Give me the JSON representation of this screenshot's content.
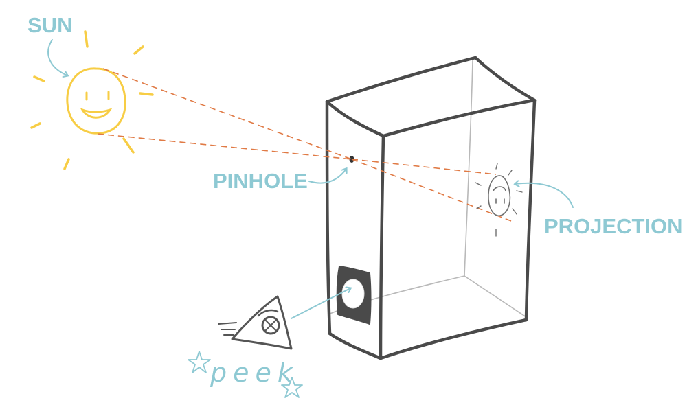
{
  "labels": {
    "sun": "SUN",
    "pinhole": "PINHOLE",
    "projection": "PROJECTION",
    "peek": "peek"
  },
  "colors": {
    "label": "#8ec9d3",
    "sun": "#f7cd45",
    "box": "#4a4a4a",
    "box_inner": "#b9b9b9",
    "ray": "#e07a45",
    "eye": "#555555"
  }
}
